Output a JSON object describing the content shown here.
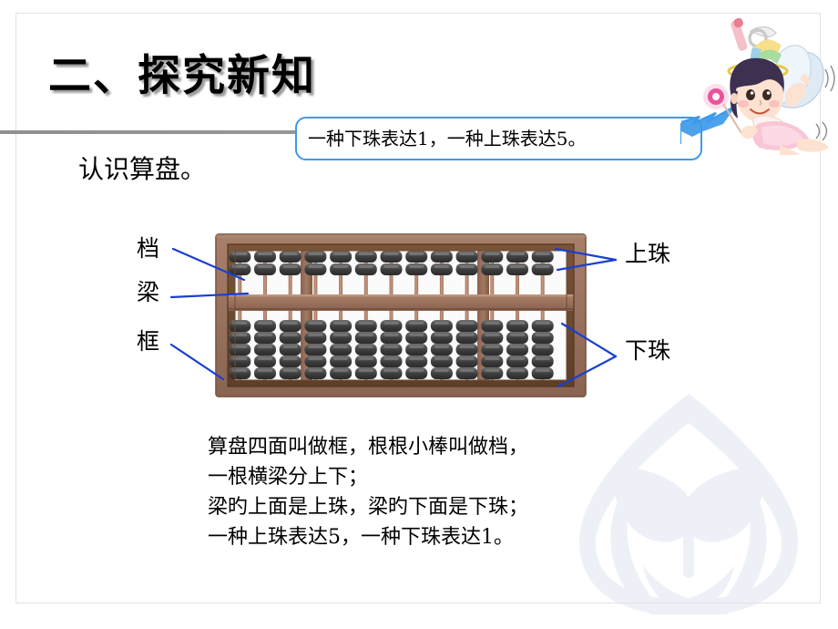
{
  "slide": {
    "title": "二、探究新知",
    "subheading": "认识算盘。"
  },
  "callout": {
    "text": "一种下珠表达1，一种上珠表达5。",
    "border_color": "#3d9ae8",
    "fill_color": "#ffffff"
  },
  "abacus": {
    "rods": 13,
    "upper_beads_per_rod": 2,
    "lower_beads_per_rod": 5,
    "frame_outer_color": "#9c7460",
    "frame_inner_color": "#6d4b33",
    "rod_color": "#b98a72",
    "bead_color": "#4b4b4b",
    "labels": {
      "rod": "档",
      "beam": "梁",
      "frame": "框",
      "upper_bead": "上珠",
      "lower_bead": "下珠"
    },
    "leader_color": "#1a3fd0"
  },
  "verse": {
    "line1": "算盘四面叫做框，根根小棒叫做档，",
    "line2": "一根横梁分上下；",
    "line3": "梁旳上面是上珠，梁旳下面是下珠；",
    "line4": "一种上珠表达5，一种下珠表达1。"
  },
  "decor": {
    "fairy_alt": "fairy-character",
    "watermark_alt": "hands-holding-sprout-watermark"
  }
}
